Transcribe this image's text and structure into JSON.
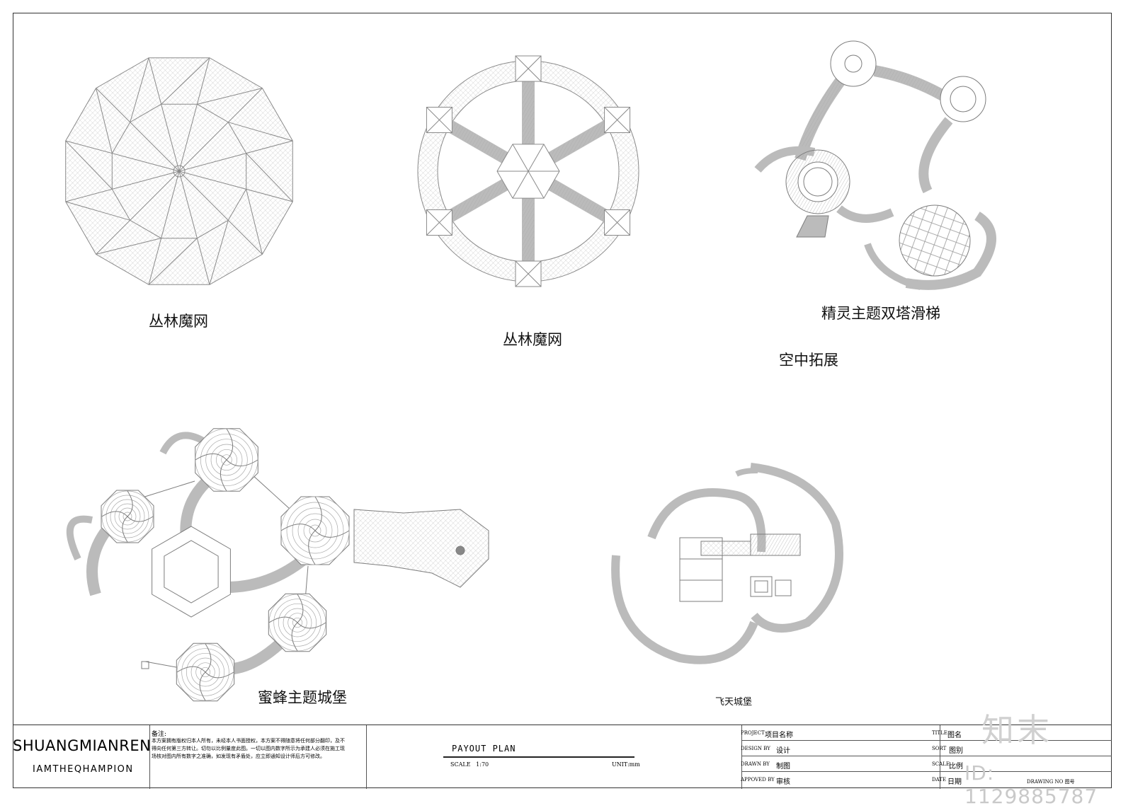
{
  "drawings": {
    "net_dodecagon_label": "丛林魔网",
    "net_wheel_label": "丛林魔网",
    "twin_tower_label": "精灵主题双塔滑梯",
    "aerial_label": "空中拓展",
    "bee_castle_label": "蜜蜂主题城堡",
    "flying_castle_label": "飞天城堡"
  },
  "title_block": {
    "brand": "SHUANGMIANREN",
    "brand_sub": "IAMTHEQHAMPION",
    "notes_heading": "备注:",
    "notes_text": "本方案拥有版权归本人所有，未经本人书面授权，本方案不得随意将任何部分翻印，及不得向任何第三方转让。切勿以比例量度此图。一切以图内数字所示为承建人必须在施工现场核对图内所有数字之准确，如发现有矛盾处，应立即通知设计师后方可修改。",
    "plan_title": "PAYOUT PLAN",
    "scale_label": "SCALE",
    "scale_value": "1:70",
    "unit": "UNIT:mm",
    "left_rows": [
      {
        "key": "PROJECT",
        "value": "项目名称"
      },
      {
        "key": "DESIGN BY",
        "value": "设计"
      },
      {
        "key": "DRAWN BY",
        "value": "制图"
      },
      {
        "key": "APPOVED BY",
        "value": "审核"
      }
    ],
    "right_rows": [
      {
        "key": "TITLE",
        "value": "图名"
      },
      {
        "key": "SORT",
        "value": "图别"
      },
      {
        "key": "SCALE",
        "value": "比例"
      },
      {
        "key": "DATE",
        "value": "日期"
      }
    ],
    "right_extra": "DRAWING NO 图号"
  },
  "watermark": {
    "logo": "知末",
    "id": "ID: 1129885787"
  }
}
